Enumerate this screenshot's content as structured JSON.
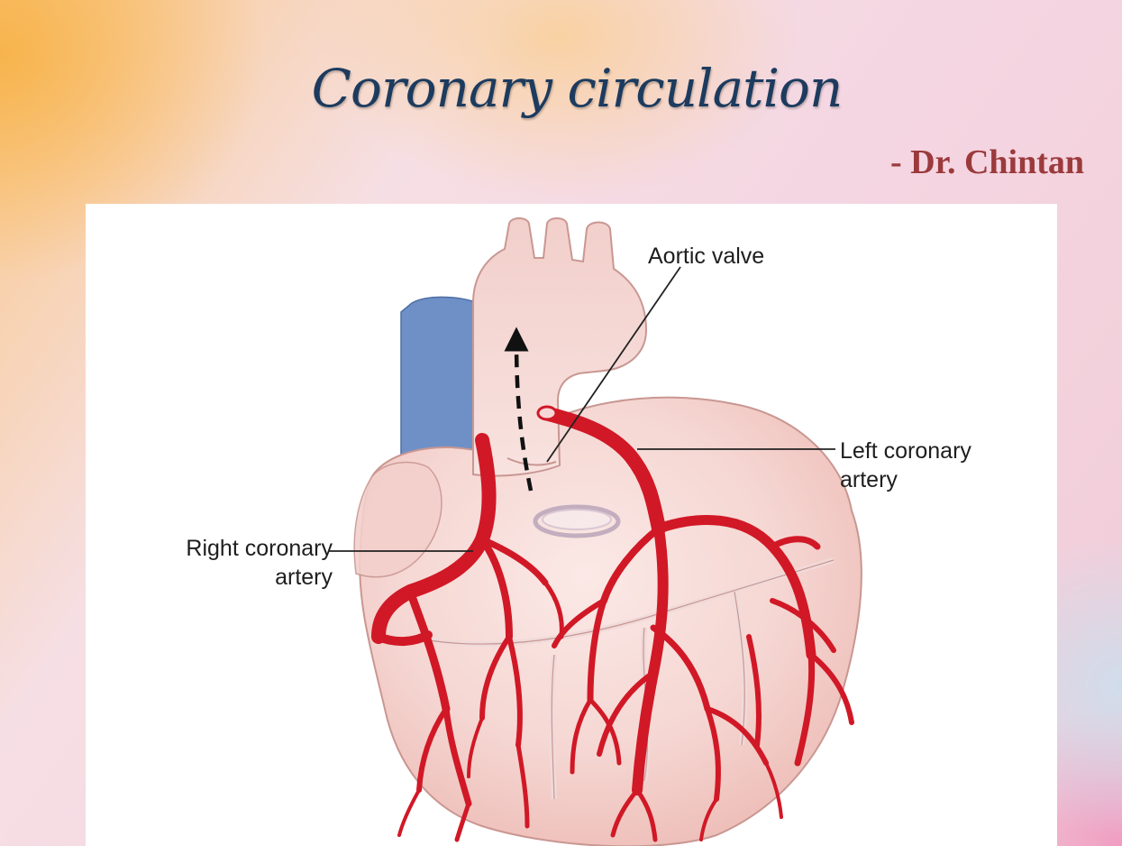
{
  "slide": {
    "title": "Coronary circulation",
    "author": "- Dr. Chintan"
  },
  "diagram": {
    "labels": {
      "aortic_valve": "Aortic valve",
      "left_coronary_artery": "Left coronary\nartery",
      "right_coronary_artery": "Right coronary\nartery"
    },
    "colors": {
      "artery": "#d11826",
      "heart_fill": "#f5d6d2",
      "heart_outline": "#c99792",
      "vena_cava": "#6f90c6",
      "background_top_left": "#f7b040",
      "background_pink": "#f4d6e2",
      "title": "#1d3b5e",
      "author": "#9b3a3c"
    }
  }
}
